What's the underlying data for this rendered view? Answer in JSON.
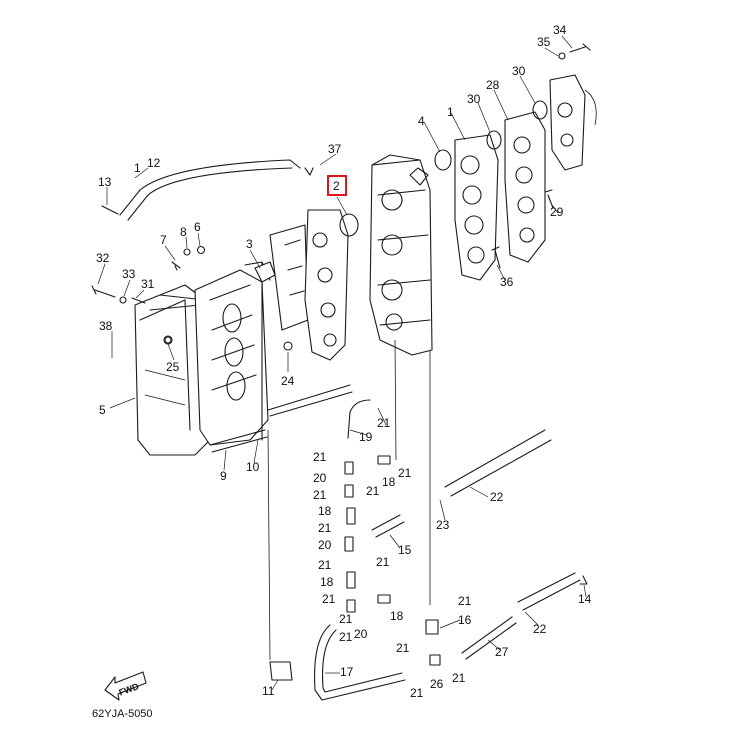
{
  "diagram_code": "62YJA-5050",
  "direction_label": "FWD",
  "highlight_color": "#e0141e",
  "highlighted_part": "2",
  "callouts": {
    "c1": "1",
    "c1b": "1",
    "c2": "2",
    "c3": "3",
    "c4": "4",
    "c5": "5",
    "c6": "6",
    "c7": "7",
    "c8": "8",
    "c9": "9",
    "c10": "10",
    "c11": "11",
    "c12": "12",
    "c13": "13",
    "c14": "14",
    "c15": "15",
    "c16": "16",
    "c17": "17",
    "c18a": "18",
    "c18b": "18",
    "c18c": "18",
    "c18d": "18",
    "c19": "19",
    "c20a": "20",
    "c20b": "20",
    "c20c": "20",
    "c21a": "21",
    "c21b": "21",
    "c21c": "21",
    "c21d": "21",
    "c21e": "21",
    "c21f": "21",
    "c21g": "21",
    "c21h": "21",
    "c21i": "21",
    "c21j": "21",
    "c21k": "21",
    "c21l": "21",
    "c21m": "21",
    "c21n": "21",
    "c22a": "22",
    "c22b": "22",
    "c23": "23",
    "c24": "24",
    "c25": "25",
    "c26": "26",
    "c27": "27",
    "c28": "28",
    "c29": "29",
    "c30a": "30",
    "c30b": "30",
    "c31": "31",
    "c32": "32",
    "c33": "33",
    "c34": "34",
    "c35": "35",
    "c36": "36",
    "c37": "37",
    "c38": "38"
  }
}
